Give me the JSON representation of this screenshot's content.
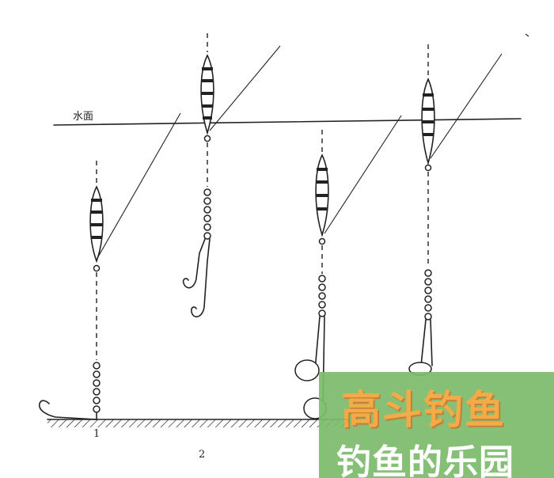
{
  "labels": {
    "water_surface": "水面",
    "rig_1": "1",
    "rig_2": "2"
  },
  "watermark": {
    "line1": "高斗钓鱼",
    "line2": "钓鱼的乐园"
  },
  "colors": {
    "ink": "#222222",
    "watermark_bg": "#7dbb6c",
    "watermark_text1": "#f3a53a",
    "watermark_text2": "#ffffff"
  }
}
